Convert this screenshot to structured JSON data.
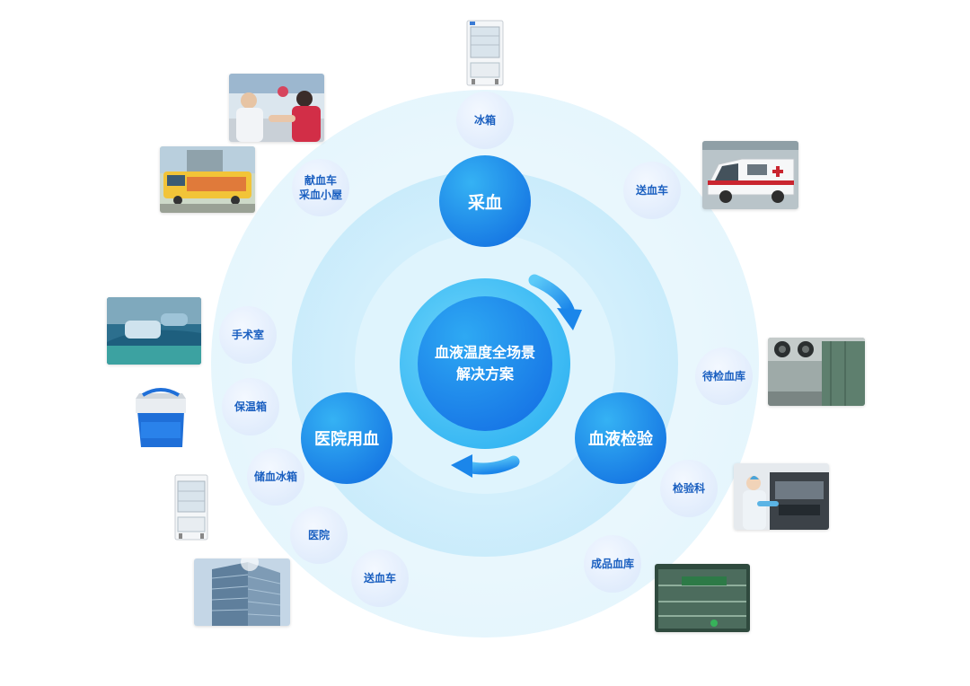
{
  "center": {
    "line1": "血液温度全场景",
    "line2": "解决方案"
  },
  "stages": {
    "collect": "采血",
    "test": "血液检验",
    "hospital": "医院用血"
  },
  "nodes": {
    "fridge": "冰箱",
    "transport_top": "送血车",
    "donation_line1": "献血车",
    "donation_line2": "采血小屋",
    "pending_storage": "待检血库",
    "lab": "检验科",
    "finished_storage": "成品血库",
    "transport_bottom": "送血车",
    "hospital": "医院",
    "storage_fridge": "储血冰箱",
    "cooler_box": "保温箱",
    "operating_room": "手术室"
  },
  "colors": {
    "accent": "#1473e2",
    "light": "#dff4fd",
    "label": "#1a5fc0"
  }
}
